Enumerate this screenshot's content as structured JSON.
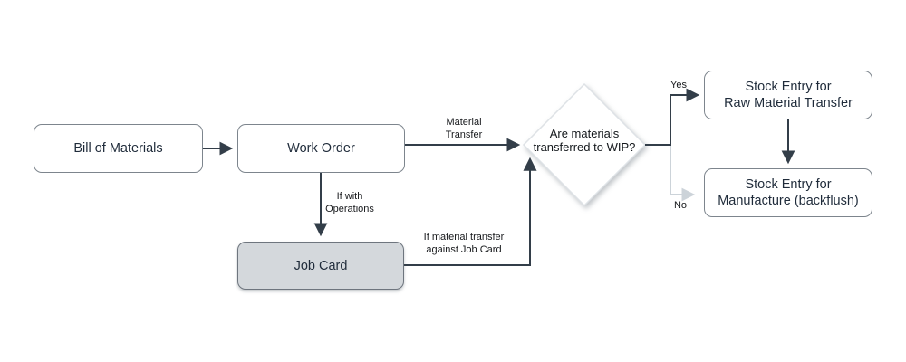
{
  "diagram": {
    "type": "flowchart",
    "nodes": {
      "bill_of_materials": {
        "lines": [
          "Bill of Materials"
        ],
        "shape": "rounded-rect"
      },
      "work_order": {
        "lines": [
          "Work Order"
        ],
        "shape": "rounded-rect"
      },
      "job_card": {
        "lines": [
          "Job Card"
        ],
        "shape": "rounded-rect",
        "fill": "#d4d8dc"
      },
      "decision": {
        "lines": [
          "Are materials",
          "transferred to WIP?"
        ],
        "shape": "diamond"
      },
      "stock_entry_raw": {
        "lines": [
          "Stock Entry for",
          "Raw Material Transfer"
        ],
        "shape": "rounded-rect"
      },
      "stock_entry_mfg": {
        "lines": [
          "Stock Entry for",
          "Manufacture (backflush)"
        ],
        "shape": "rounded-rect"
      }
    },
    "edges": [
      {
        "from": "bill_of_materials",
        "to": "work_order",
        "label": ""
      },
      {
        "from": "work_order",
        "to": "decision",
        "label": "Material Transfer"
      },
      {
        "from": "work_order",
        "to": "job_card",
        "label": "If with Operations"
      },
      {
        "from": "job_card",
        "to": "decision",
        "label": "If material transfer against Job Card"
      },
      {
        "from": "decision",
        "to": "stock_entry_raw",
        "label": "Yes"
      },
      {
        "from": "decision",
        "to": "stock_entry_mfg",
        "label": "No",
        "style": "light"
      },
      {
        "from": "stock_entry_raw",
        "to": "stock_entry_mfg",
        "label": ""
      }
    ],
    "edge_labels": {
      "material_transfer": {
        "lines": [
          "Material",
          "Transfer"
        ]
      },
      "if_with_operations": {
        "lines": [
          "If with",
          "Operations"
        ]
      },
      "if_material_transfer": {
        "lines": [
          "If material transfer",
          "against Job Card"
        ]
      },
      "yes": "Yes",
      "no": "No"
    },
    "colors": {
      "background": "#ffffff",
      "connector_dark": "#333e49",
      "connector_light": "#ccd3d9",
      "node_border": "#7d858d",
      "node_text": "#1f2b3a",
      "job_card_fill": "#d4d8dc",
      "decision_border": "#dee2e6",
      "label_text": "#17191c"
    }
  }
}
